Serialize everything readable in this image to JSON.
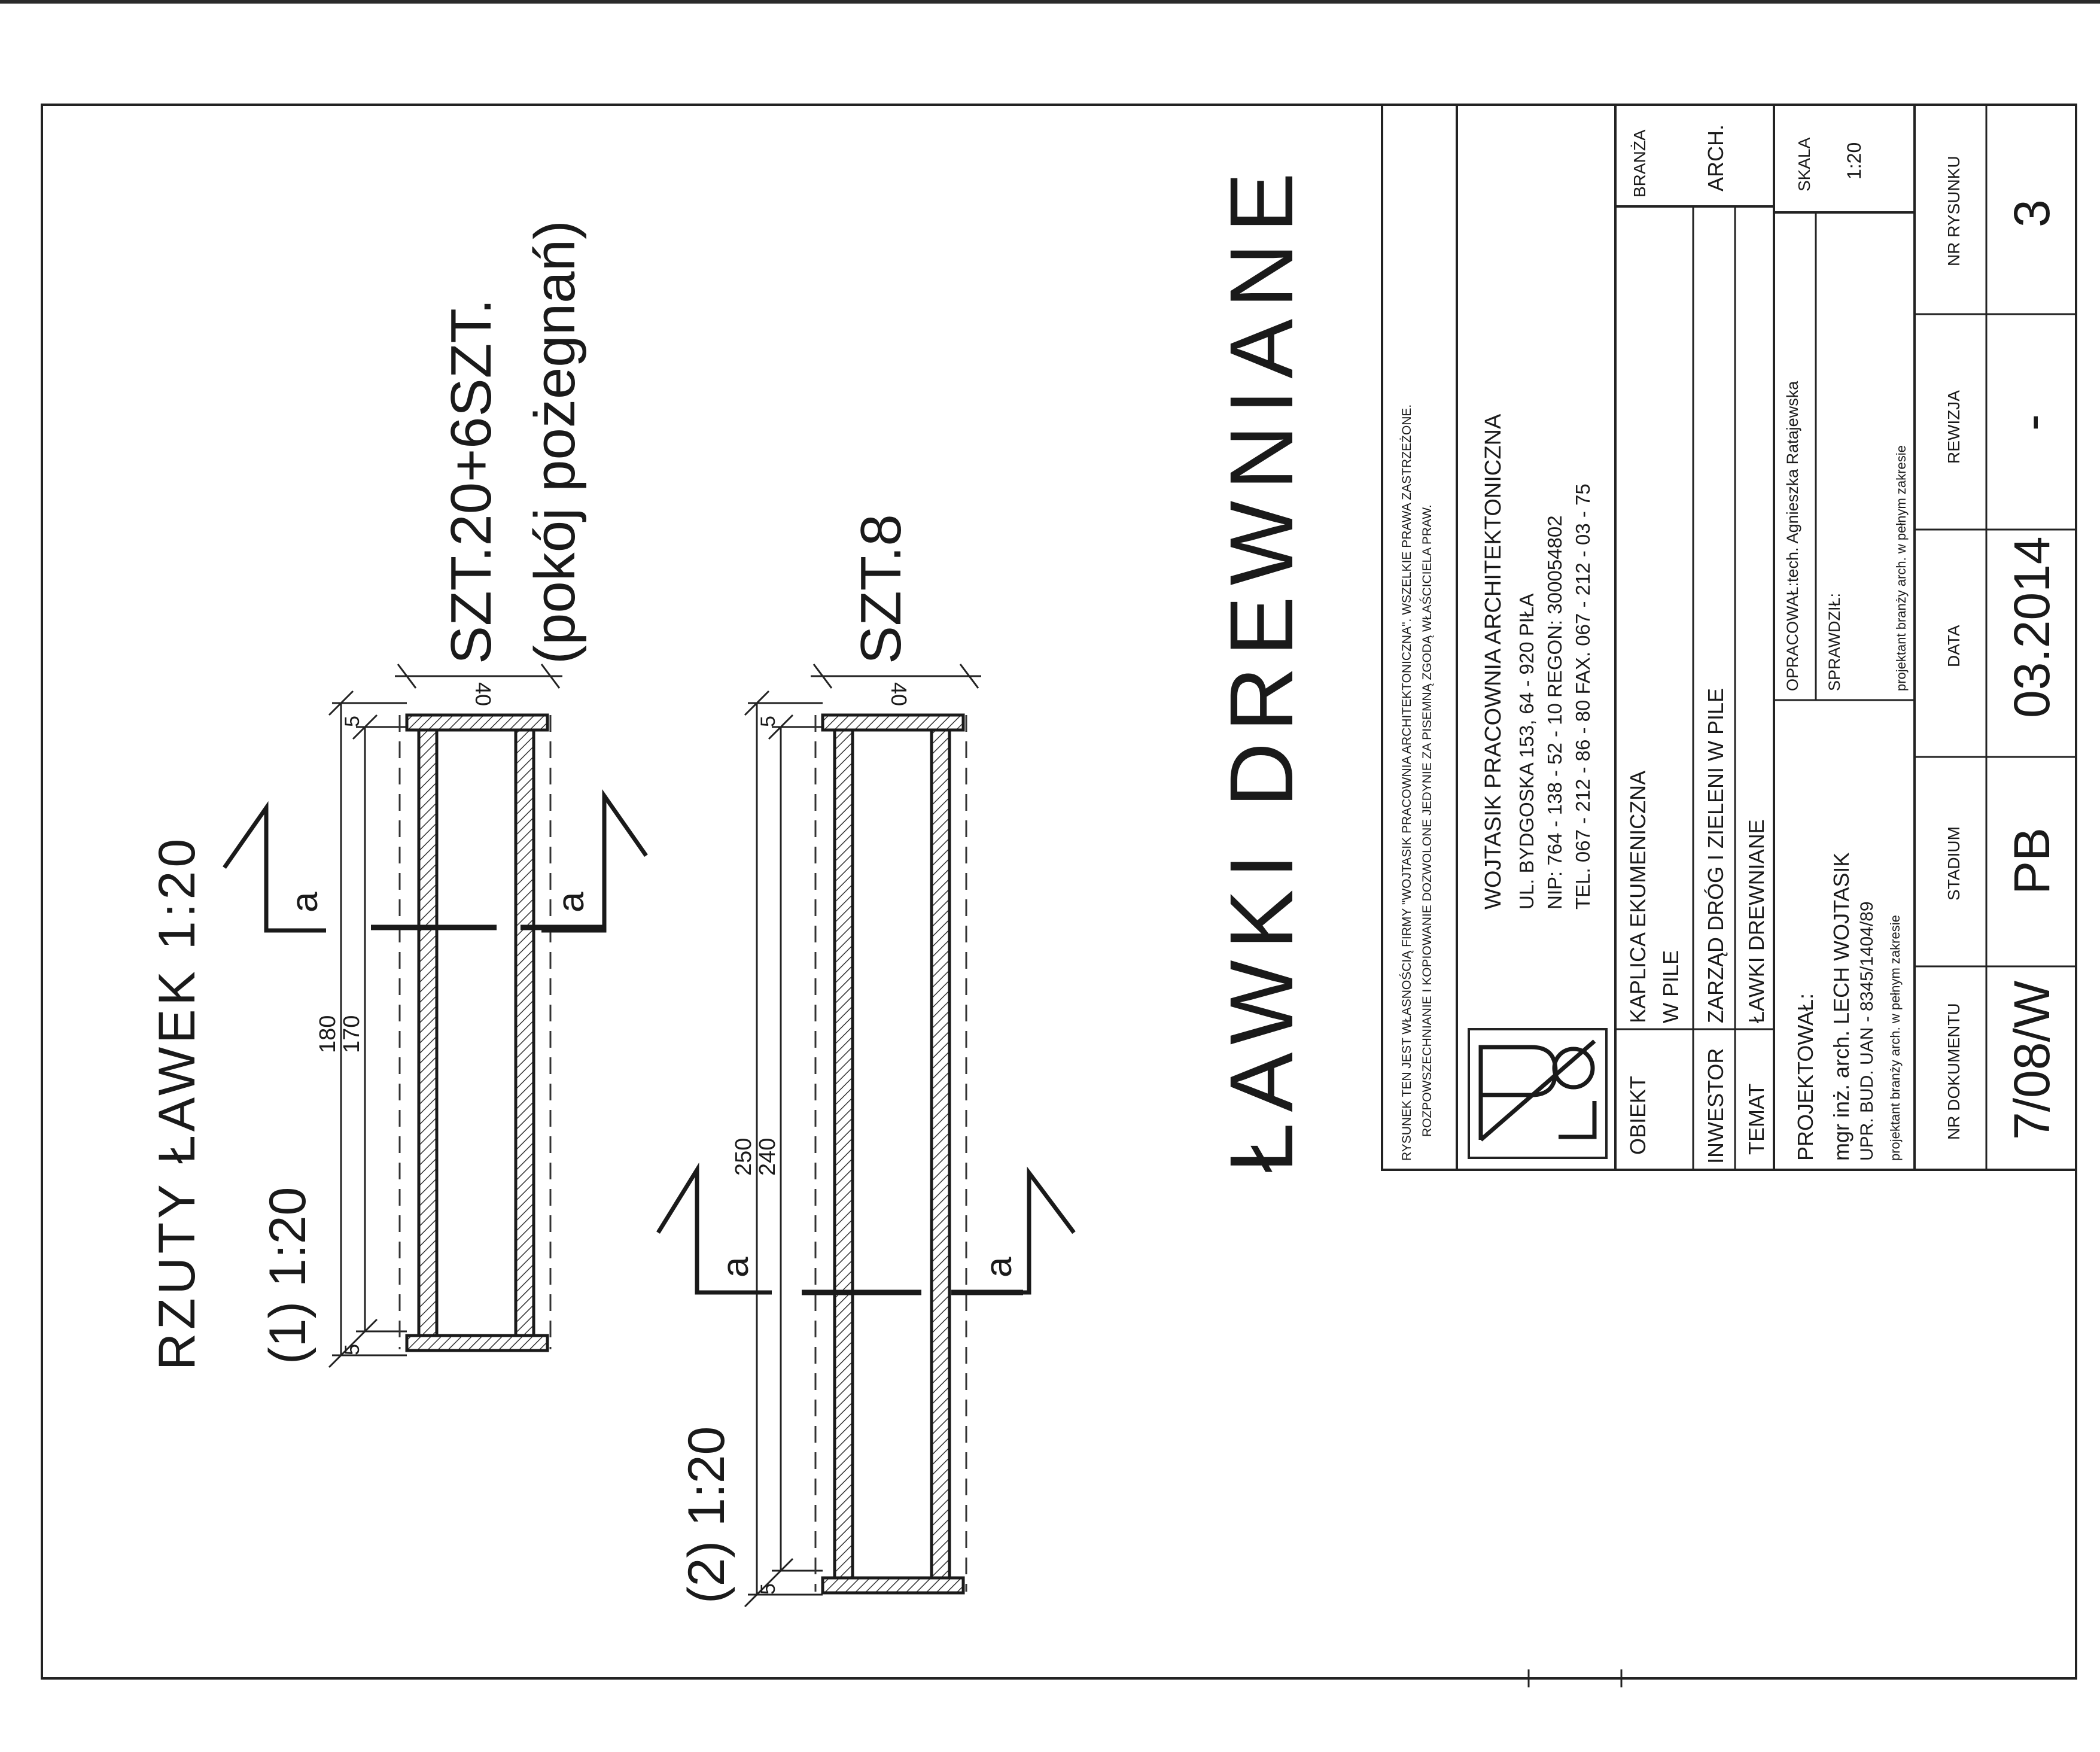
{
  "plans": {
    "title": "RZUTY ŁAWEK   1:20",
    "bench1": {
      "label": "(1)   1:20",
      "qty_line1": "SZT.20+6SZT.",
      "qty_line2": "(pokój pożegnań)",
      "dim_total": "180",
      "dim_inner": "170",
      "dim_end_left": "5",
      "dim_end_right": "5",
      "dim_width": "40",
      "section_mark": "a"
    },
    "bench2": {
      "label": "(2)   1:20",
      "qty_line1": "SZT.8",
      "dim_total": "250",
      "dim_inner": "240",
      "dim_end_left": "5",
      "dim_end_right": "5",
      "dim_width": "40",
      "section_mark": "a"
    },
    "sheet_title": "ŁAWKI DREWNIANE"
  },
  "title_block": {
    "copyright_line1": "RYSUNEK TEN JEST WŁASNOŚCIĄ FIRMY \"WOJTASIK PRACOWNIA ARCHITEKTONICZNA\". WSZELKIE PRAWA ZASTRZEŻONE.",
    "copyright_line2": "ROZPOWSZECHNIANIE I KOPIOWANIE DOZWOLONE JEDYNIE ZA PISEMNĄ ZGODĄ WŁAŚCICIELA PRAW.",
    "firm": {
      "name": "WOJTASIK  PRACOWNIA  ARCHITEKTONICZNA",
      "address": "UL. BYDGOSKA 153, 64 - 920 PIŁA",
      "nip_regon": "NIP: 764 - 138 - 52 - 10  REGON: 300054802",
      "tel_fax": "TEL. 067 - 212 - 86 - 80  FAX. 067 - 212 - 03 - 75"
    },
    "obiekt_label": "OBIEKT",
    "obiekt_value1": "KAPLICA EKUMENICZNA",
    "obiekt_value2": "W PILE",
    "inwestor_label": "INWESTOR",
    "inwestor_value": "ZARZĄD DRÓG I ZIELENI W PILE",
    "temat_label": "TEMAT",
    "temat_value": "ŁAWKI DREWNIANE",
    "branza_label": "BRANŻA",
    "branza_value": "ARCH.",
    "projektowal_label": "PROJEKTOWAŁ:",
    "projektowal_name": "mgr inż. arch. LECH WOJTASIK",
    "projektowal_upr": "UPR. BUD. UAN - 8345/1404/89",
    "projektowal_note": "projektant branży arch. w pełnym zakresie",
    "opracowal": "OPRACOWAŁ:tech. Agnieszka Ratajewska",
    "sprawdzil_label": "SPRAWDZIŁ:",
    "sprawdzil_note": "projektant branży arch. w pełnym zakresie",
    "skala_label": "SKALA",
    "skala_value": "1:20",
    "nr_dokumentu_label": "NR DOKUMENTU",
    "nr_dokumentu_value": "7/08/W",
    "stadium_label": "STADIUM",
    "stadium_value": "PB",
    "data_label": "DATA",
    "data_value": "03.2014",
    "rewizja_label": "REWIZJA",
    "rewizja_value": "-",
    "nr_rysunku_label": "NR RYSUNKU",
    "nr_rysunku_value": "3"
  }
}
